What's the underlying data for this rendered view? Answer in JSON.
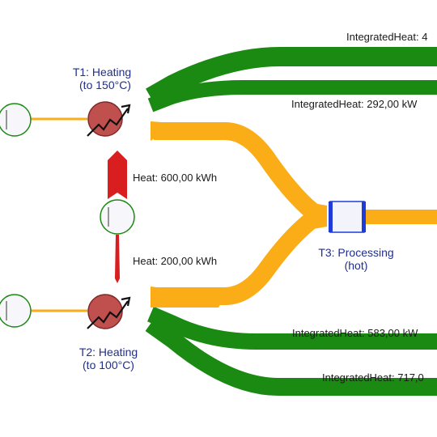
{
  "nodes": {
    "t1": {
      "line1": "T1: Heating",
      "line2": "(to 150°C)"
    },
    "t2": {
      "line1": "T2: Heating",
      "line2": "(to 100°C)"
    },
    "t3": {
      "line1": "T3: Processing",
      "line2": "(hot)"
    }
  },
  "flows": {
    "heat_top": "Heat: 600,00 kWh",
    "heat_bottom": "Heat: 200,00 kWh",
    "ih_1": "IntegratedHeat: 4",
    "ih_2": "IntegratedHeat: 292,00 kW",
    "ih_3": "IntegratedHeat: 583,00 kW",
    "ih_4": "IntegratedHeat: 717,0"
  },
  "colors": {
    "green": "#1b8a12",
    "orange": "#fbad17",
    "red": "#d81e1e",
    "heater": "#c0504d",
    "node_blue": "#1f3dd6",
    "label_blue": "#1f2f8f"
  }
}
